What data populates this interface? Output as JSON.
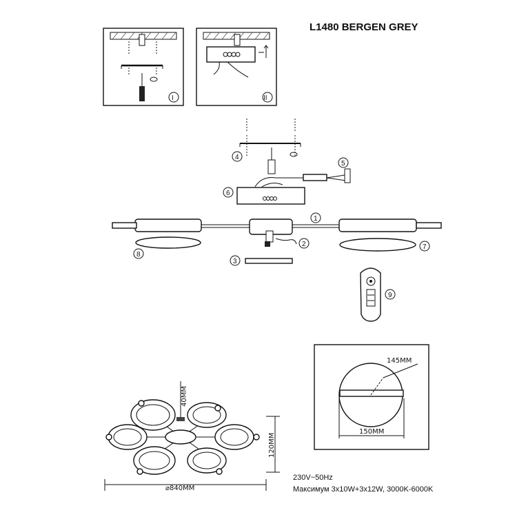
{
  "title": "L1480 BERGEN GREY",
  "step_labels": [
    "I",
    "II"
  ],
  "callouts": [
    "1",
    "2",
    "3",
    "4",
    "5",
    "6",
    "7",
    "8",
    "9"
  ],
  "dimensions": {
    "disc_top": "145MM",
    "disc_width": "150MM",
    "diameter": "⌀840MM",
    "height": "120MM",
    "disc_thickness": "40MM"
  },
  "specs": {
    "voltage": "230V~50Hz",
    "power": "Максимум 3x10W+3x12W, 3000K-6000K"
  }
}
